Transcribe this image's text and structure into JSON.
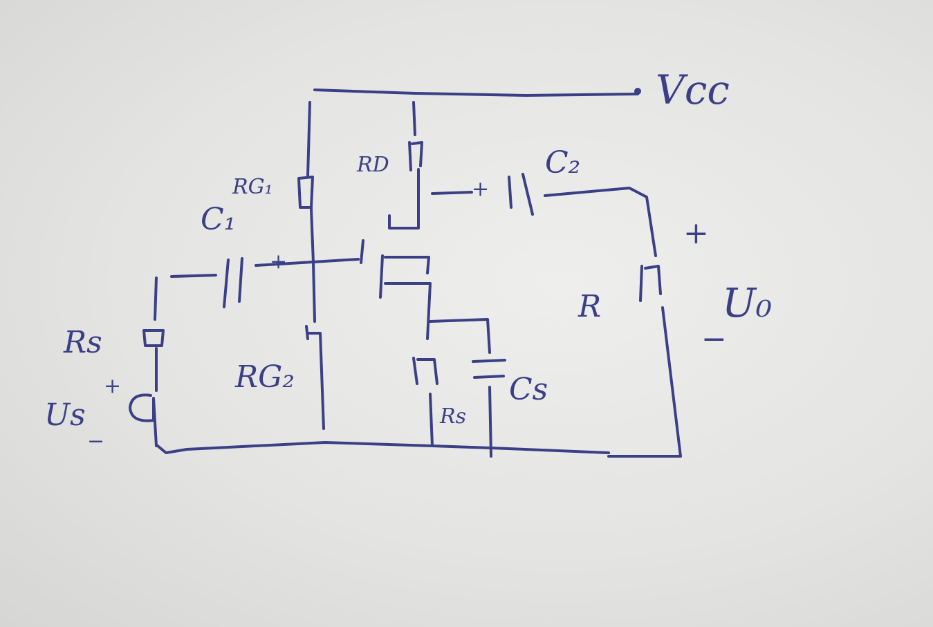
{
  "colors": {
    "ink": "#3a3f86",
    "paper": "#e6e6e4"
  },
  "labels": {
    "vcc": "Vcc",
    "c1": "C₁",
    "c2": "C₂",
    "rg1": "RG₁",
    "rg2": "RG₂",
    "rd": "RD",
    "rs_source": "Rs",
    "rs_bias": "Rs",
    "cs": "Cs",
    "r_load": "R",
    "us": "Us",
    "uo": "U₀",
    "plus": "+",
    "minus": "−"
  }
}
